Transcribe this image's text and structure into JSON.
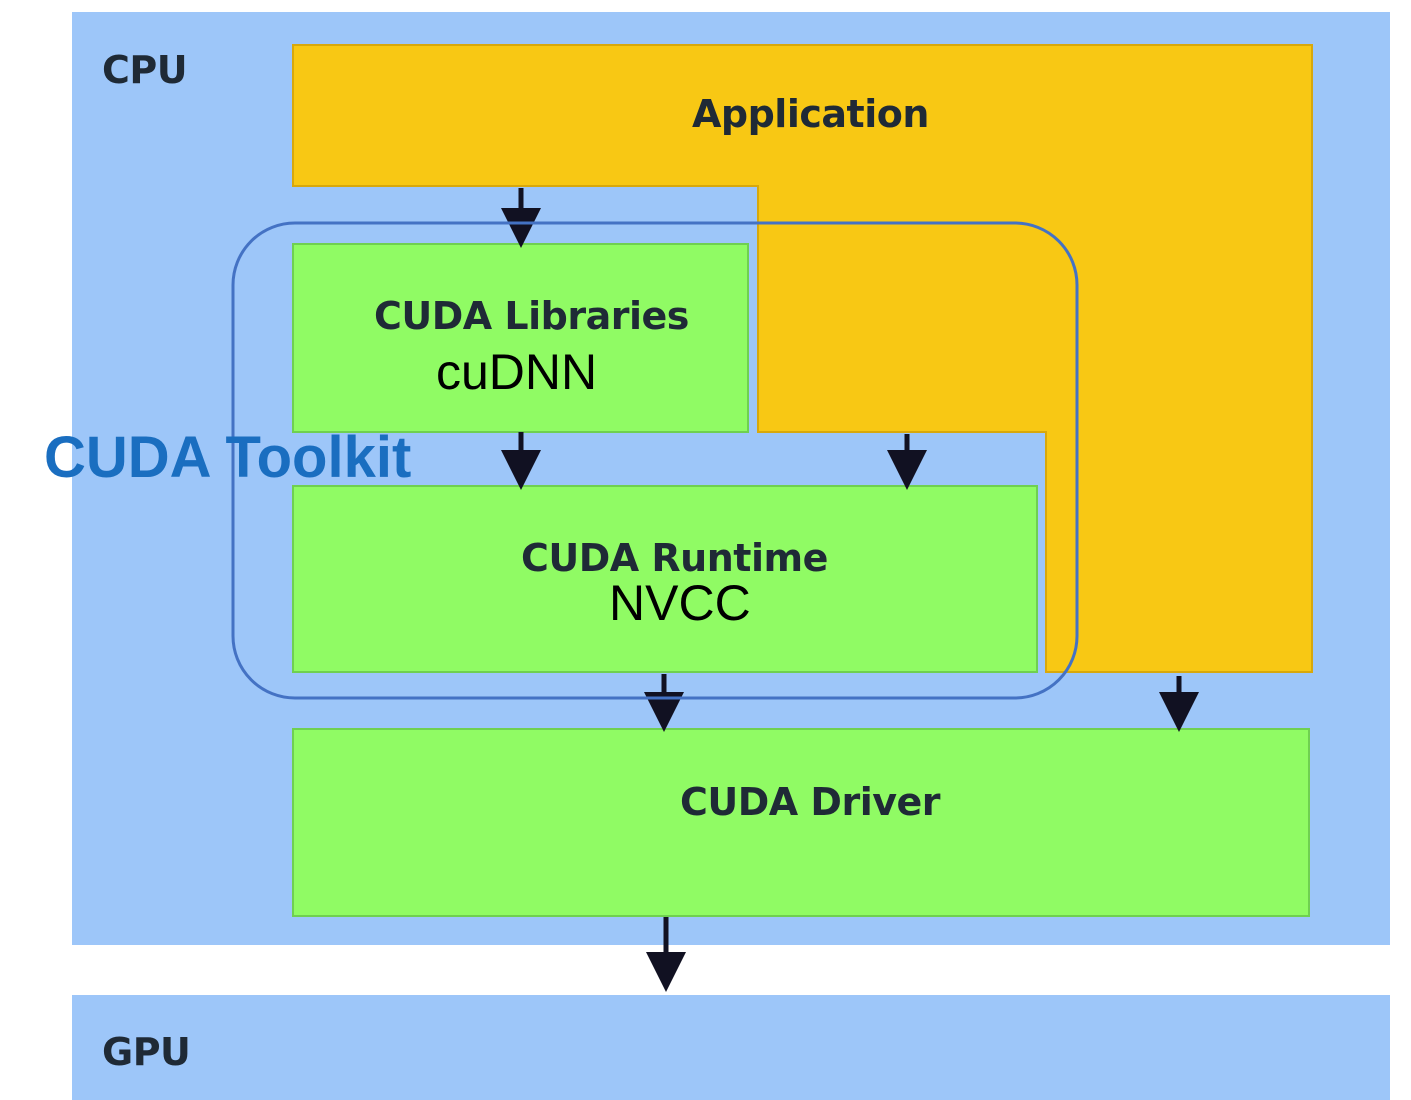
{
  "cpu_label": "CPU",
  "gpu_label": "GPU",
  "application_label": "Application",
  "libraries": {
    "label": "CUDA Libraries",
    "example": "cuDNN"
  },
  "runtime": {
    "label": "CUDA Runtime",
    "example": "NVCC"
  },
  "driver_label": "CUDA Driver",
  "toolkit_label": "CUDA Toolkit",
  "colors": {
    "cpu_bg": "#9dc6f9",
    "gpu_bg": "#9dc6f9",
    "application": "#f8c814",
    "component": "#90fb64",
    "toolkit": "#1a6ec0",
    "toolkit_outline": "#4472c4",
    "arrow": "#111122"
  }
}
